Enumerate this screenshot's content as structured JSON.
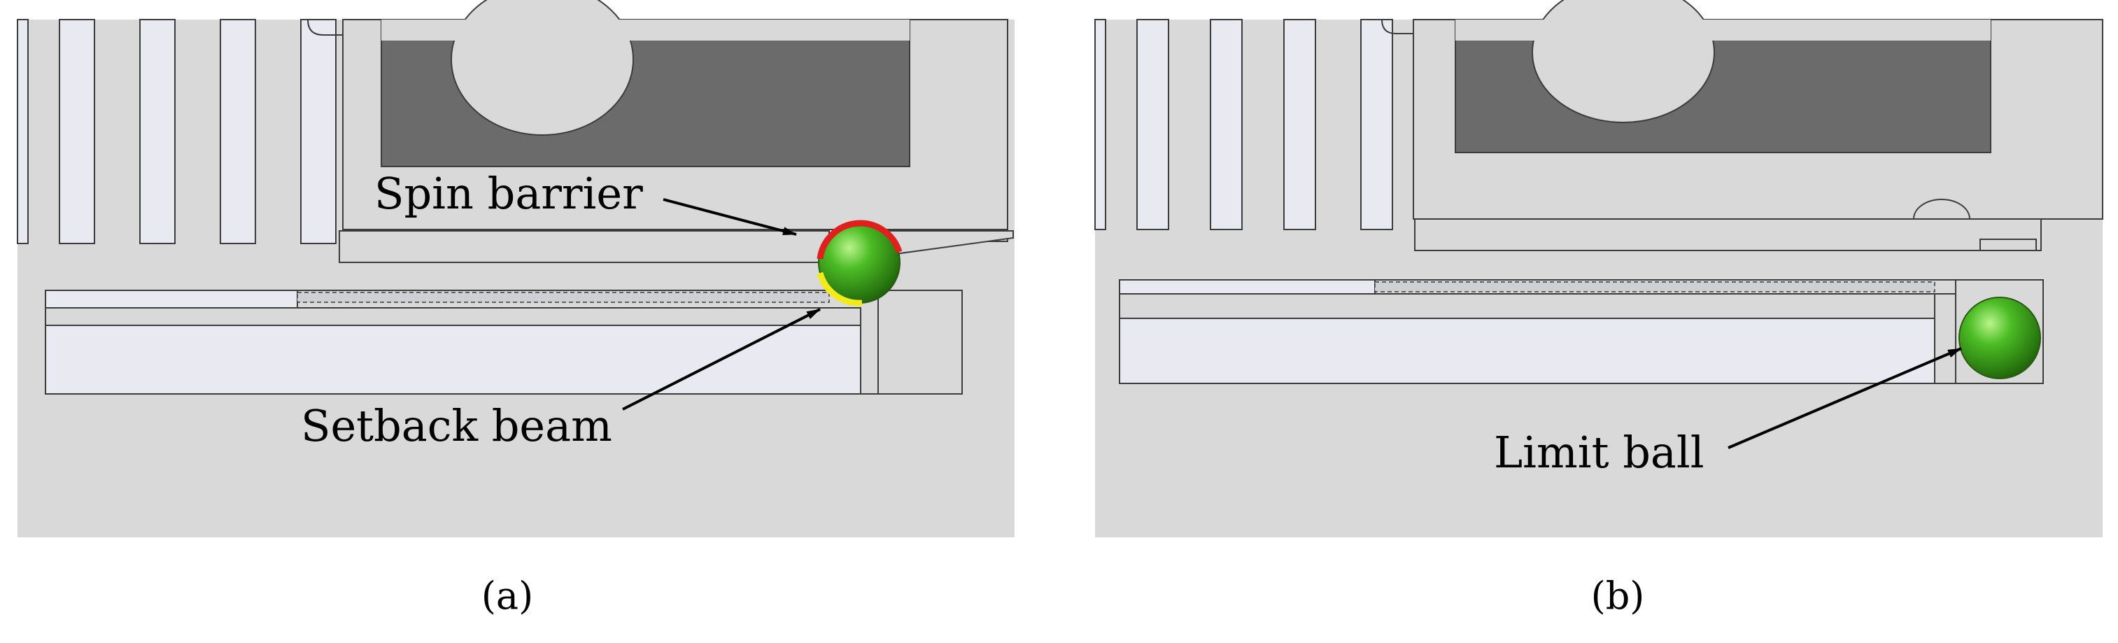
{
  "figure": {
    "panel_a": {
      "sublabel": "(a)",
      "labels": {
        "spin_barrier": "Spin barrier",
        "setback_beam": "Setback beam"
      }
    },
    "panel_b": {
      "sublabel": "(b)",
      "labels": {
        "limit_ball": "Limit ball"
      }
    },
    "colors": {
      "background": "#d9d9d9",
      "body_light": "#e9eaf1",
      "dark_block": "#6b6b6b",
      "outline": "#3c3c3c",
      "ball_green": "#3fa51d",
      "barrier_red": "#e0201c",
      "beam_yellow": "#f2ea1a"
    }
  }
}
